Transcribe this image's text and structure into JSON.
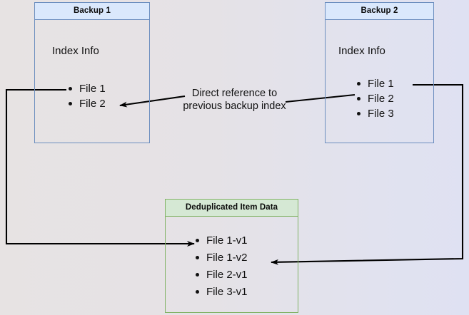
{
  "diagram": {
    "title": "Backup deduplication index reference diagram",
    "background_gradient": [
      "#e7e3e3",
      "#dfe1f2"
    ],
    "colors": {
      "blue_border": "#6c8ebf",
      "blue_header_fill": "#dae8fc",
      "green_border": "#82b366",
      "green_header_fill": "#d5e8d4",
      "connector": "#000000",
      "text": "#111111"
    }
  },
  "backup1": {
    "header": "Backup 1",
    "section_title": "Index Info",
    "files": [
      "File 1",
      "File 2"
    ]
  },
  "backup2": {
    "header": "Backup 2",
    "section_title": "Index Info",
    "files": [
      "File 1",
      "File 2",
      "File 3"
    ]
  },
  "dedup": {
    "header": "Deduplicated Item Data",
    "files": [
      "File 1-v1",
      "File 1-v2",
      "File 2-v1",
      "File 3-v1"
    ]
  },
  "caption": {
    "line1": "Direct reference to",
    "line2": "previous backup index"
  },
  "connectors": [
    {
      "name": "backup2-index-to-backup1-index",
      "from": "Backup 2 : File 2",
      "to": "Backup 1 : File 2",
      "arrowhead": "end"
    },
    {
      "name": "backup1-file1-to-dedup-file1v1",
      "from": "Backup 1 : File 1",
      "to": "Deduplicated Item Data : File 1-v1",
      "arrowhead": "end"
    },
    {
      "name": "backup2-file1-to-dedup-file1v2",
      "from": "Backup 2 : File 1",
      "to": "Deduplicated Item Data : File 1-v2",
      "arrowhead": "end"
    }
  ]
}
